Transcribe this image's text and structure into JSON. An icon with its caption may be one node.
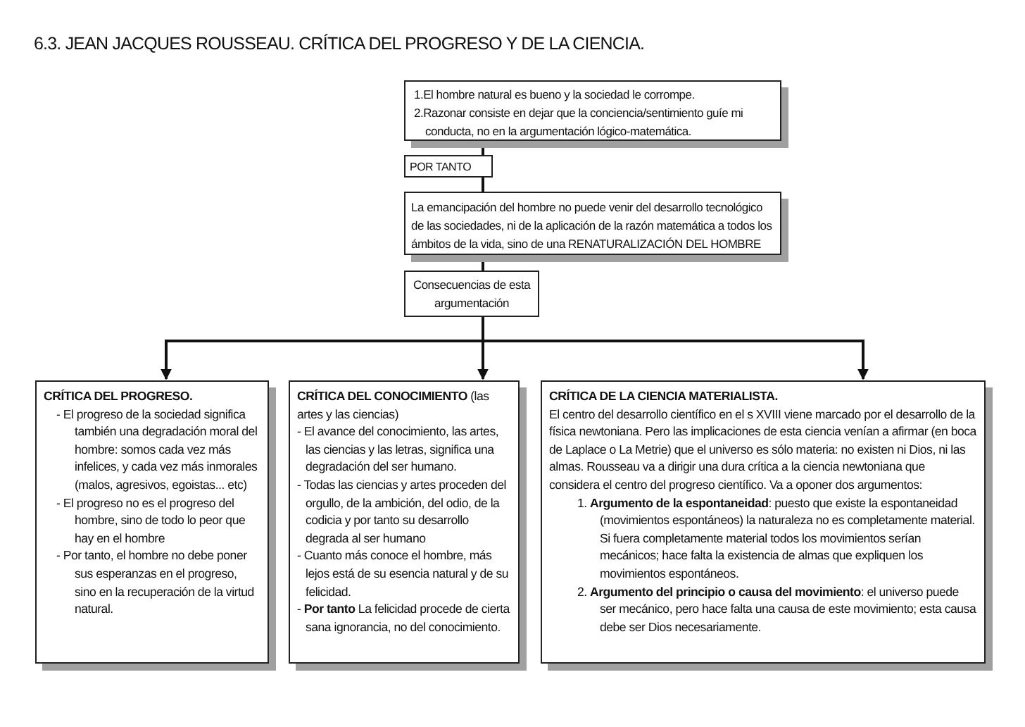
{
  "diagram": {
    "title": "6.3. JEAN JACQUES ROUSSEAU. CRÍTICA DEL PROGRESO Y DE LA CIENCIA.",
    "nodes": [
      {
        "text": [
          "1.El hombre natural es bueno y la sociedad le corrompe.",
          "2.Razonar consiste en dejar que la conciencia/sentimiento guíe mi conducta, no en la argumentación lógico-matemática."
        ]
      },
      {
        "text": [
          "POR TANTO"
        ]
      },
      {
        "text": [
          "La emancipación del hombre no puede venir del desarrollo tecnológico de las sociedades, ni de la aplicación de la razón matemática a todos los ámbitos de la vida, sino de una RENATURALIZACIÓN DEL HOMBRE"
        ]
      },
      {
        "text": [
          "Consecuencias de esta argumentación"
        ]
      },
      {
        "text": [
          "CRÍTICA DEL PROGRESO.",
          "- El progreso de la sociedad significa también una degradación moral del hombre: somos cada vez más infelices, y cada vez más inmorales (malos, agresivos, egoistas... etc)",
          "- El progreso no es el progreso del hombre, sino de todo lo peor que hay en el hombre",
          "- Por tanto, el hombre no debe poner sus esperanzas en el progreso, sino en la recuperación de la virtud natural."
        ]
      },
      {
        "text": [
          "**CRÍTICA DEL CONOCIMIENTO** (las artes y las ciencias)",
          "- El avance del conocimiento, las artes, las ciencias y las letras, significa una degradación del ser humano.",
          "- Todas las ciencias y artes proceden del orgullo, de la ambición, del odio, de la codicia y por tanto su desarrollo degrada al ser humano",
          "- Cuanto más conoce el hombre, más lejos está de su esencia natural y de su felicidad.",
          "- **Por tanto** La felicidad procede  de cierta sana ignorancia, no del conocimiento."
        ]
      },
      {
        "text": [
          "CRÍTICA DE LA CIENCIA MATERIALISTA.",
          "El centro del desarrollo científico en el s XVIII viene marcado por el desarrollo de la física newtoniana. Pero las implicaciones de esta ciencia venían a afirmar (en boca de Laplace o La Metrie) que el universo es sólo materia: no existen ni Dios, ni las almas. Rousseau va a dirigir una dura crítica a la ciencia newtoniana que considera el centro del progreso científico. Va a oponer dos argumentos:",
          "1. **Argumento de la espontaneidad**: puesto que existe la espontaneidad (movimientos espontáneos) la naturaleza no es completamente material. Si fuera completamente material todos los movimientos serían mecánicos; hace falta la existencia de almas que expliquen los movimientos espontáneos.",
          "2. **Argumento del principio o causa del movimiento**: el universo puede ser mecánico, pero hace falta una causa de este movimiento; esta causa debe ser Dios necesariamente."
        ]
      }
    ],
    "edges": [
      {
        "from": 0,
        "to": 1,
        "arrow": "none"
      },
      {
        "from": 1,
        "to": 2,
        "arrow": "none"
      },
      {
        "from": 2,
        "to": 3,
        "arrow": "none"
      },
      {
        "from": 3,
        "to": 4,
        "arrow": "to"
      },
      {
        "from": 3,
        "to": 5,
        "arrow": "to"
      },
      {
        "from": 3,
        "to": 6,
        "arrow": "to"
      }
    ]
  }
}
